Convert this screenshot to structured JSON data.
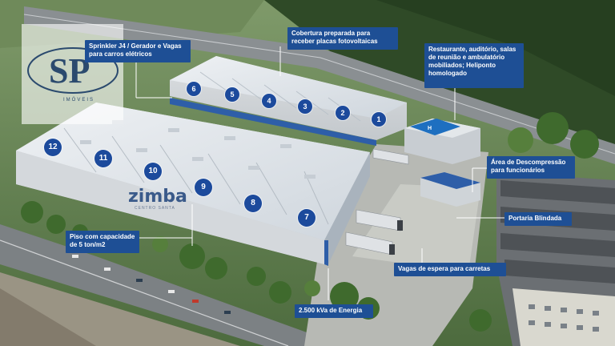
{
  "callouts": {
    "sprinkler": "Sprinkler J4 / Gerador e Vagas para carros elétricos",
    "cobertura": "Cobertura preparada para receber placas fotovoltaicas",
    "restaurante": "Restaurante, auditório, salas de reunião e ambulatório mobiliados; Heliponto homologado",
    "descompressao": "Área de Descompressão para funcionários",
    "portaria": "Portaria Blindada",
    "vagas": "Vagas de espera para carretas",
    "piso": "Piso com capacidade de 5 ton/m2",
    "energia": "2.500 kVa de Energia"
  },
  "modules": {
    "m1": "1",
    "m2": "2",
    "m3": "3",
    "m4": "4",
    "m5": "5",
    "m6": "6",
    "m7": "7",
    "m8": "8",
    "m9": "9",
    "m10": "10",
    "m11": "11",
    "m12": "12"
  },
  "logo": {
    "initials": "SP",
    "subtitle": "IMÓVEIS"
  },
  "brand": {
    "name": "zimba",
    "tagline": "CENTRO SANTA"
  },
  "colors": {
    "callout_bg": "#1e4f95",
    "marker_bg": "#1c4a9c"
  }
}
